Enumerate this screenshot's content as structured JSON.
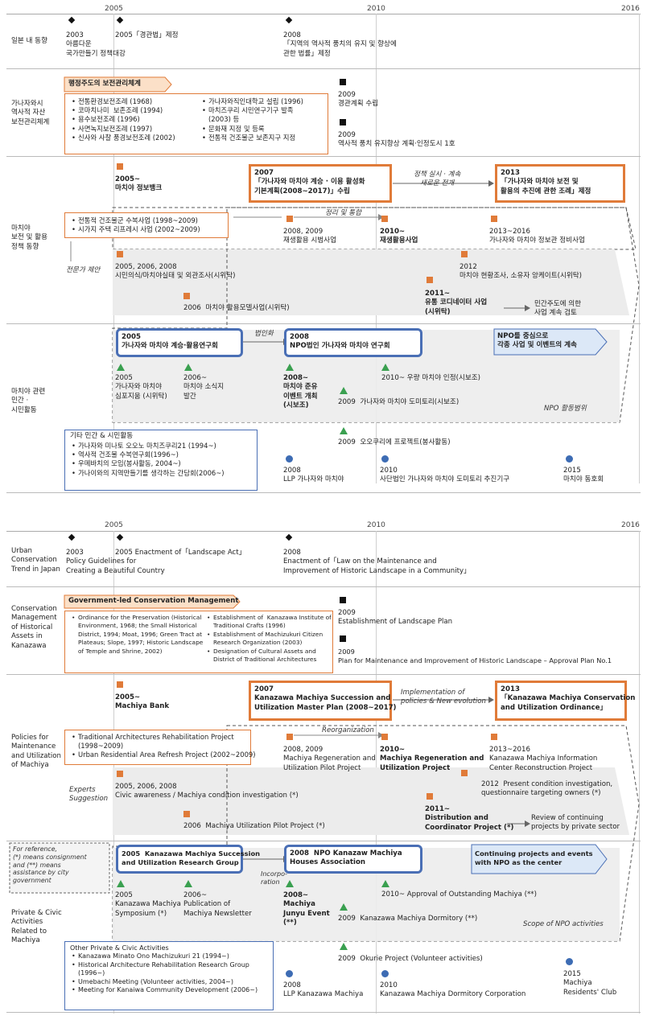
{
  "years": {
    "y2005": "2005",
    "y2010": "2010",
    "y2016": "2016"
  },
  "kr": {
    "rows": {
      "trend": "일본 내 동향",
      "conservation": "가나자와시\n역사적 자산\n보전관리체계",
      "policies": "마치야\n보전 및 활용\n정책 동향",
      "civic": "마치야 관련\n민간 ·\n시민활동"
    },
    "trend": {
      "t2003": "2003\n아름다운\n국가만들기 정책대강",
      "t2005": "2005「경관법」제정",
      "t2008": "2008\n「지역의 역사적 풍치의 유지 및 향상에\n관한 법률」제정"
    },
    "cons": {
      "tag": "행정주도의 보전관리체계",
      "left": [
        "전통환경보전조례 (1968)",
        "코마치나미  보존조례 (1994)",
        "용수보전조례 (1996)",
        "사면녹지보전조례 (1997)",
        "신사와 사찰 풍경보전조례 (2002)"
      ],
      "right": [
        "가나자와직인대학교 설립 (1996)",
        "마치즈쿠리 시민연구기구 발족\n(2003) 등",
        "문화재 지정 및 등록",
        "전통적 건조물군 보존지구 지정"
      ],
      "c2009a": "2009\n경관계획 수립",
      "c2009b": "2009\n역사적 풍치 유지향상 계획·인정도시 1호"
    },
    "pol": {
      "bank": "2005~\n마치야 정보뱅크",
      "master": "2007\n「가나자와 마치야 계승 · 이용 활성화\n기본계획(2008~2017)」수립",
      "arrow1": "정책 실시 · 계속\n새로운 전개",
      "ordinance": "2013\n「가나자와 마치야 보전 및\n활용의 추진에 관한 조례」제정",
      "box": [
        "전통적 건조물군 수복사업 (1998~2009)",
        "시가지 주택 리프레시 사업 (2002~2009)"
      ],
      "reorg": "정리 및 통합",
      "p2008": "2008, 2009\n재생활용 시범사업",
      "p2010": "2010~\n재생활용사업",
      "p2013": "2013~2016\n가나자와 마치야 정보관 정비사업",
      "experts": "전문가 제안",
      "p2005": "2005, 2006, 2008\n시민의식/마치야실태 및 외관조사(시위탁)",
      "p2012": "2012\n마치야 현황조사, 소유자 앙케이트(시위탁)",
      "p2006": "2006  마치야 활용모델사업(시위탁)",
      "p2011": "2011~\n유통 코디네이터 사업\n(시위탁)",
      "review": "민간주도에 의한\n사업 계속 검토"
    },
    "civic": {
      "research": "2005\n가나자와 마치야 계승·활용연구회",
      "incorp": "법인화",
      "npo": "2008\nNPO법인 가나자와 마치야 연구회",
      "npo_center": "NPO를 중심으로\n각종 사업 및 이벤트의 계속",
      "c2005": "2005\n가나자와 마치야\n심포지움 (시위탁)",
      "c2006": "2006~\n마치야 소식지\n발간",
      "c2008": "2008~\n마치야 준유\n이벤트 개최\n(시보조)",
      "c2010": "2010~ 우량 마치야 인정(시보조)",
      "c2009": "2009  가나자와 마치야 도미토리(시보조)",
      "scope": "NPO 활동범위",
      "other_title": "기타 민간 & 시민활동",
      "other": [
        "가나자와 미나토 오오노 마치즈쿠리21 (1994~)",
        "역사적 건조물 수복연구회(1996~)",
        "우메바치의 모임(봉사활동, 2004~)",
        "가나이와의 지역만들기를 생각하는 간담회(2006~)"
      ],
      "okurie": "2009  오오쿠리에 프로젝트(봉사활동)",
      "llp": "2008\nLLP 가나자와 마치야",
      "corp": "2010\n사단법인 가나자와 마치야 도미토리 추진기구",
      "club": "2015\n마치야 동호회"
    }
  },
  "en": {
    "rows": {
      "trend": "Urban\nConservation\nTrend in Japan",
      "conservation": "Conservation\nManagement\nof Historical\nAssets in\nKanazawa",
      "policies": "Policies for\nMaintenance\nand Utilization\nof Machiya",
      "civic": "Private & Civic\nActivities\nRelated to\nMachiya"
    },
    "trend": {
      "t2003": "2003\nPolicy Guidelines for\nCreating a Beautiful Country",
      "t2005": "2005 Enactment of「Landscape Act」",
      "t2008": "2008\nEnactment of「Law on the Maintenance and\nImprovement of Historic Landscape in a Community」"
    },
    "cons": {
      "tag": "Government-led Conservation Management",
      "left": [
        "Ordinance for the Preservation (Historical\nEnvironment, 1968; the Small Historical\nDistrict, 1994; Moat, 1996; Green Tract at\nPlateaus; Slope, 1997; Historic Landscape\nof Temple and Shrine, 2002)"
      ],
      "right": [
        "Establishment of  Kanazawa Institute of\nTraditional Crafts (1996)",
        "Establishment of Machizukuri Citizen\nResearch Organization (2003)",
        "Designation of Cultural Assets and\nDistrict of Traditional Architectures"
      ],
      "c2009a": "2009\nEstablishment of Landscape Plan",
      "c2009b": "2009\nPlan for Maintenance and Improvement of Historic Landscape – Approval Plan No.1"
    },
    "pol": {
      "bank": "2005~\nMachiya Bank",
      "master": "2007\nKanazawa Machiya Succession and\nUtilization Master Plan (2008~2017)",
      "arrow1": "Implementation of\npolicies & New evolution",
      "ordinance": "2013\n「Kanazawa Machiya Conservation\nand Utilization Ordinance」",
      "box": [
        "Traditional Architectures Rehabilitation Project\n(1998~2009)",
        "Urban Residential Area Refresh Project (2002~2009)"
      ],
      "reorg": "Reorganization",
      "p2008": "2008, 2009\nMachiya Regeneration and\nUtilization Pilot Project",
      "p2010": "2010~\nMachiya Regeneration and\nUtilization Project",
      "p2013": "2013~2016\nKanazawa Machiya Information\nCenter Reconstruction Project",
      "experts": "Experts\nSuggestion",
      "p2005": "2005, 2006, 2008\nCivic awareness / Machiya condition investigation (*)",
      "p2012": "2012  Present condition investigation,\nquestionnaire targeting owners (*)",
      "p2006": "2006  Machiya Utilization Pilot Project (*)",
      "p2011": "2011~\nDistribution and\nCoordinator Project (*)",
      "review": "Review of continuing\nprojects by private sector"
    },
    "civic": {
      "note": "For reference,\n(*) means consignment\nand (**) means\nassistance by city\ngovernment",
      "research": "2005  Kanazawa Machiya Succession\nand Utilization Research Group",
      "incorp": "Incorpo-\nration",
      "npo": "2008  NPO Kanazaw Machiya\nHouses Association",
      "npo_center": "Continuing projects and events\nwith NPO as the center",
      "c2005": "2005\nKanazawa Machiya\nSymposium (*)",
      "c2006": "2006~\nPublication of\nMachiya Newsletter",
      "c2008": "2008~\nMachiya\nJunyu Event\n(**)",
      "c2010": "2010~ Approval of Outstanding Machiya (**)",
      "c2009": "2009  Kanazawa Machiya Dormitory (**)",
      "scope": "Scope of NPO activities",
      "other_title": "Other Private & Civic Activities",
      "other": [
        "Kanazawa Minato Ono Machizukuri 21 (1994~)",
        "Historical Architecture Rehabilitation Research Group\n(1996~)",
        "Umebachi Meeting (Volunteer activities, 2004~)",
        "Meeting for Kanaiwa Community Development (2006~)"
      ],
      "okurie": "2009  Okurie Project (Volunteer activities)",
      "llp": "2008\nLLP Kanazawa Machiya",
      "corp": "2010\nKanazawa Machiya Dormitory Corporation",
      "club": "2015\nMachiya\nResidents' Club"
    }
  }
}
